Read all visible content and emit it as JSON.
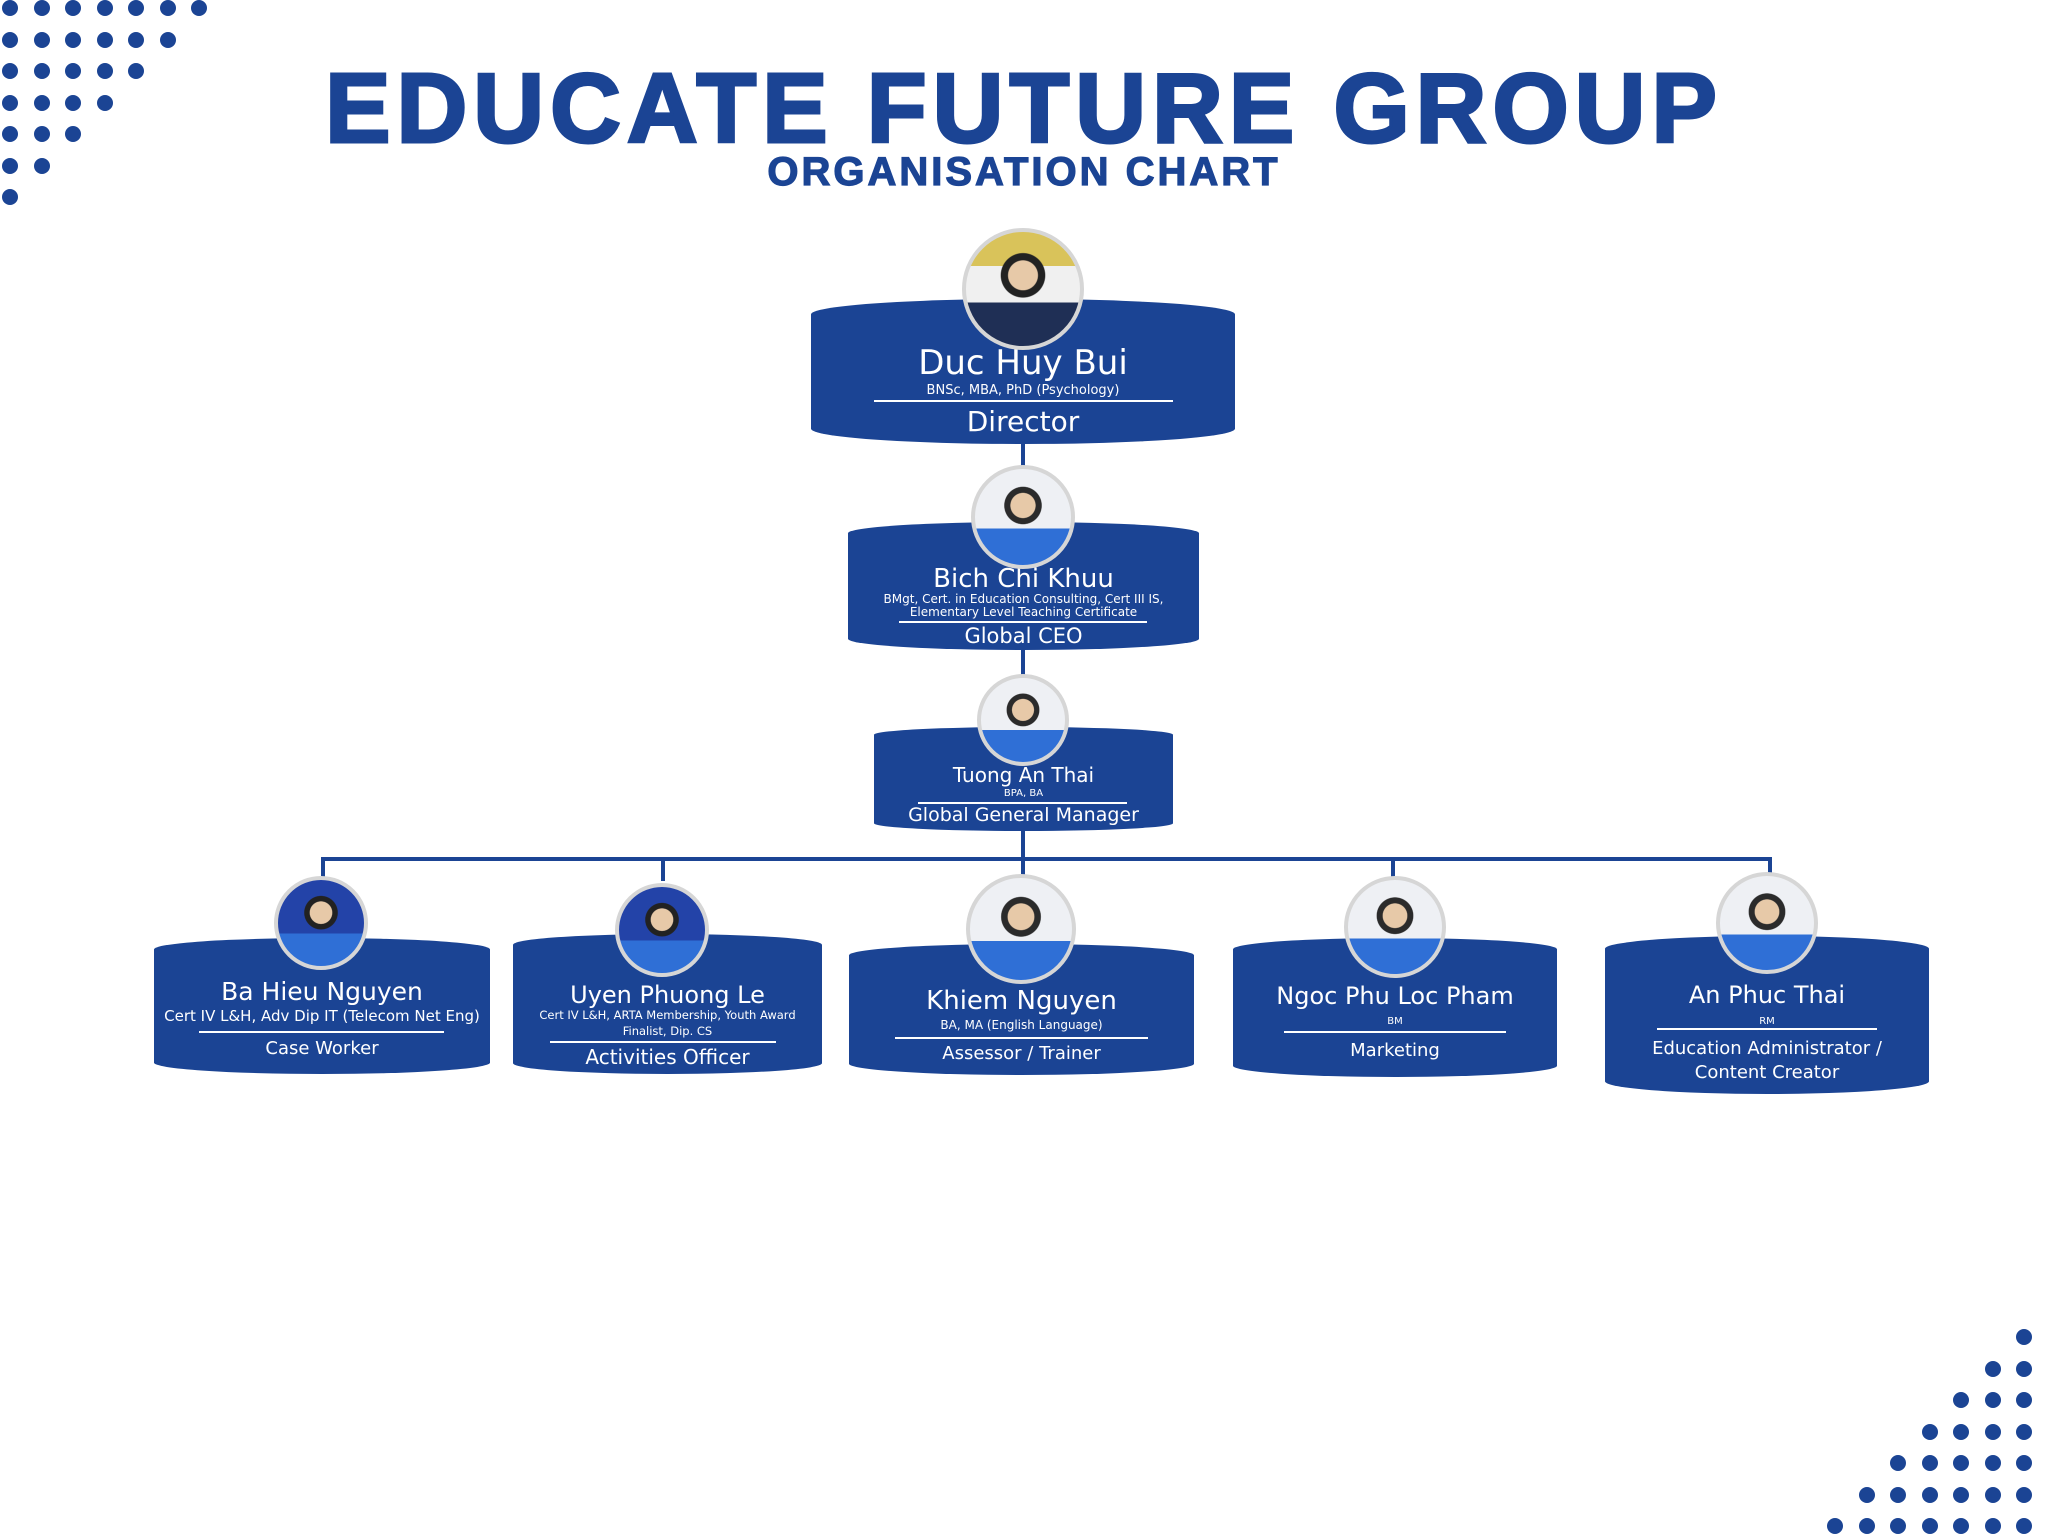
{
  "header": {
    "title": "EDUCATE FUTURE GROUP",
    "subtitle": "ORGANISATION CHART"
  },
  "colors": {
    "brand": "#1b4494",
    "background": "#ffffff"
  },
  "people": [
    {
      "name": "Duc Huy Bui",
      "credentials": [
        "BNSc, MBA, PhD (Psychology)"
      ],
      "role": [
        "Director"
      ]
    },
    {
      "name": "Bich Chi Khuu",
      "credentials": [
        "BMgt, Cert. in Education Consulting, Cert III IS,",
        "Elementary Level Teaching Certificate"
      ],
      "role": [
        "Global CEO"
      ]
    },
    {
      "name": "Tuong An Thai",
      "credentials": [
        "BPA, BA"
      ],
      "role": [
        "Global General Manager"
      ]
    },
    {
      "name": "Ba Hieu Nguyen",
      "credentials": [
        "Cert IV L&H, Adv Dip IT (Telecom Net Eng)"
      ],
      "role": [
        "Case Worker"
      ]
    },
    {
      "name": "Uyen Phuong Le",
      "credentials": [
        "Cert IV L&H, ARTA Membership, Youth Award",
        "Finalist, Dip. CS"
      ],
      "role": [
        "Activities Officer"
      ]
    },
    {
      "name": "Khiem Nguyen",
      "credentials": [
        "BA, MA (English Language)"
      ],
      "role": [
        "Assessor / Trainer"
      ]
    },
    {
      "name": "Ngoc Phu Loc Pham",
      "credentials": [
        "BM"
      ],
      "role": [
        "Marketing"
      ]
    },
    {
      "name": "An Phuc Thai",
      "credentials": [
        "RM"
      ],
      "role": [
        "Education Administrator /",
        "Content Creator"
      ]
    }
  ]
}
